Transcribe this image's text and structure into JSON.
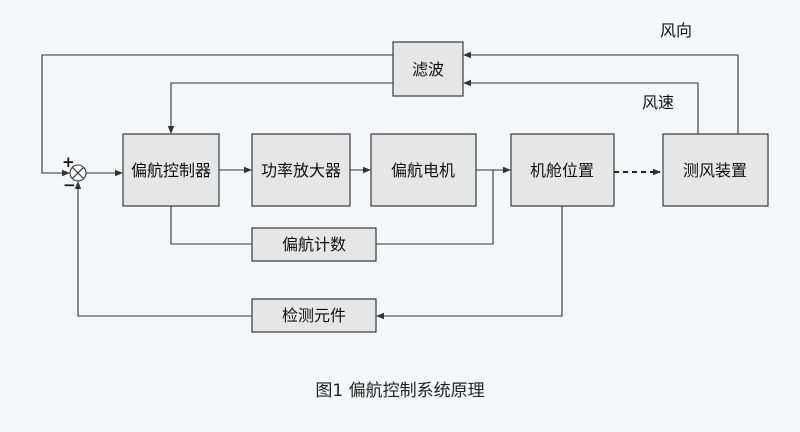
{
  "diagram": {
    "blocks": {
      "filter": "滤波",
      "yaw_controller": "偏航控制器",
      "power_amplifier": "功率放大器",
      "yaw_motor": "偏航电机",
      "nacelle_position": "机舱位置",
      "wind_measurement": "测风装置",
      "yaw_count": "偏航计数",
      "detection_element": "检测元件"
    },
    "signals": {
      "wind_direction": "风向",
      "wind_speed": "风速"
    },
    "summing_junction": {
      "plus": "+",
      "minus": "−"
    }
  },
  "caption": "图1 偏航控制系统原理"
}
